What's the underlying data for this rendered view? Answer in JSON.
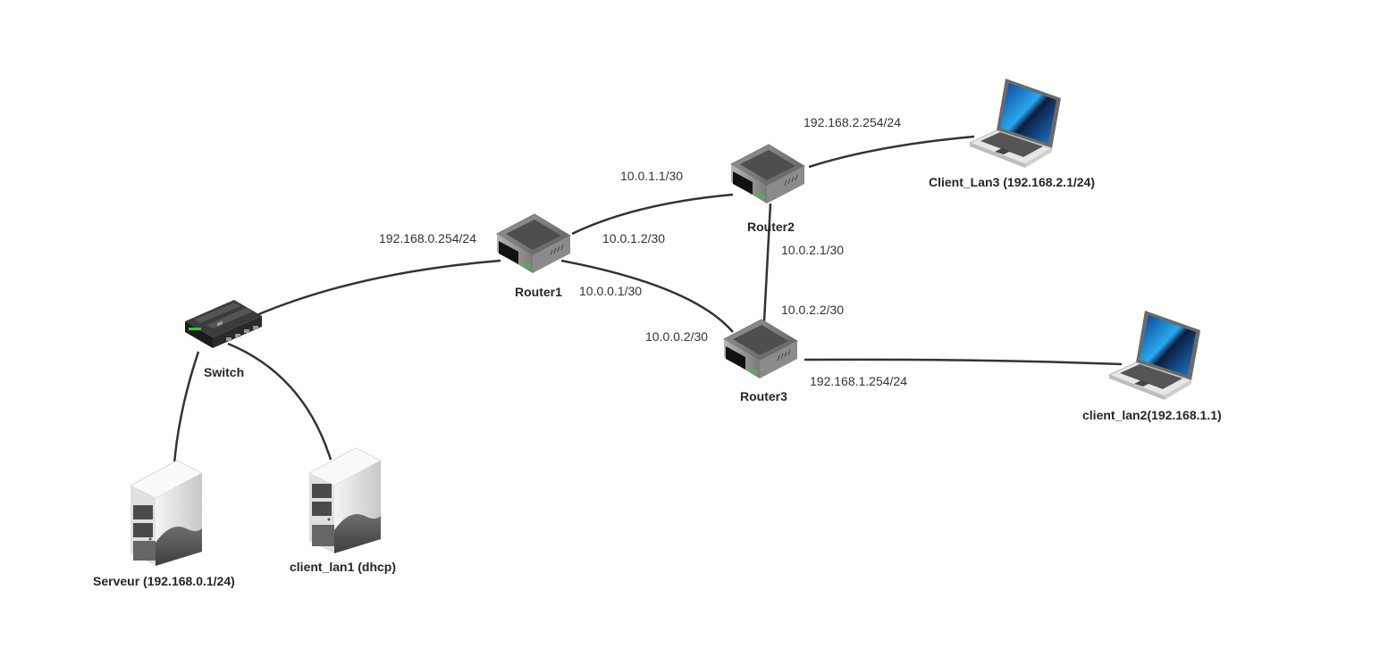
{
  "diagram": {
    "nodes": [
      {
        "id": "switch",
        "type": "switch",
        "label": "Switch"
      },
      {
        "id": "router1",
        "type": "router",
        "label": "Router1"
      },
      {
        "id": "router2",
        "type": "router",
        "label": "Router2"
      },
      {
        "id": "router3",
        "type": "router",
        "label": "Router3"
      },
      {
        "id": "client_lan3",
        "type": "laptop",
        "label": "Client_Lan3 (192.168.2.1/24)"
      },
      {
        "id": "client_lan2",
        "type": "laptop",
        "label": "client_lan2(192.168.1.1)"
      },
      {
        "id": "serveur",
        "type": "server",
        "label": "Serveur (192.168.0.1/24)"
      },
      {
        "id": "client_lan1",
        "type": "server",
        "label": "client_lan1 (dhcp)"
      }
    ],
    "links": [
      {
        "from": "switch",
        "to": "router1",
        "labels": [
          "192.168.0.254/24"
        ]
      },
      {
        "from": "router1",
        "to": "router2",
        "labels": [
          "10.0.1.2/30",
          "10.0.1.1/30"
        ]
      },
      {
        "from": "router1",
        "to": "router3",
        "labels": [
          "10.0.0.1/30",
          "10.0.0.2/30"
        ]
      },
      {
        "from": "router2",
        "to": "router3",
        "labels": [
          "10.0.2.1/30",
          "10.0.2.2/30"
        ]
      },
      {
        "from": "router2",
        "to": "client_lan3",
        "labels": [
          "192.168.2.254/24"
        ]
      },
      {
        "from": "router3",
        "to": "client_lan2",
        "labels": [
          "192.168.1.254/24"
        ]
      },
      {
        "from": "switch",
        "to": "serveur",
        "labels": []
      },
      {
        "from": "switch",
        "to": "client_lan1",
        "labels": []
      }
    ],
    "link_color": "#333333",
    "accent_screen": "#1a8ae6",
    "led_color": "#33cc33"
  },
  "interface_labels": {
    "r1_lan": "192.168.0.254/24",
    "r1_r2": "10.0.1.2/30",
    "r2_r1": "10.0.1.1/30",
    "r1_r3": "10.0.0.1/30",
    "r3_r1": "10.0.0.2/30",
    "r2_r3": "10.0.2.1/30",
    "r3_r2": "10.0.2.2/30",
    "r2_lan": "192.168.2.254/24",
    "r3_lan": "192.168.1.254/24"
  }
}
